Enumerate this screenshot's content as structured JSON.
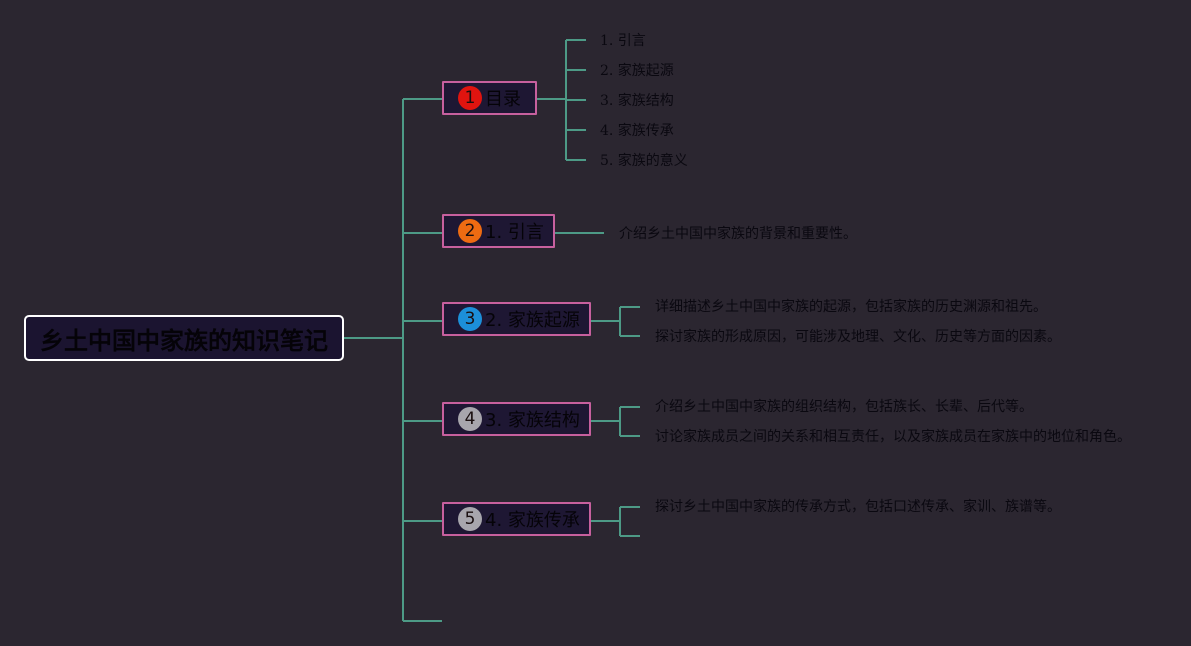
{
  "root": {
    "label": "乡土中国中家族的知识笔记"
  },
  "colors": {
    "background": "#2b2630",
    "connector": "#4d9a86",
    "topic_border": "#c7609e",
    "marker_1": "#e0140f",
    "marker_2": "#ee6b12",
    "marker_3": "#1c8fd9",
    "marker_4": "#a8a6ad",
    "marker_5": "#a8a6ad"
  },
  "topics": [
    {
      "marker": "1",
      "label": "目录",
      "children": [
        "1. 引言",
        "2. 家族起源",
        "3. 家族结构",
        "4. 家族传承",
        "5. 家族的意义"
      ]
    },
    {
      "marker": "2",
      "label": "1. 引言",
      "children": [
        "介绍乡土中国中家族的背景和重要性。"
      ]
    },
    {
      "marker": "3",
      "label": "2. 家族起源",
      "children": [
        "详细描述乡土中国中家族的起源，包括家族的历史渊源和祖先。",
        "探讨家族的形成原因，可能涉及地理、文化、历史等方面的因素。"
      ]
    },
    {
      "marker": "4",
      "label": "3. 家族结构",
      "children": [
        "介绍乡土中国中家族的组织结构，包括族长、长辈、后代等。",
        "讨论家族成员之间的关系和相互责任，以及家族成员在家族中的地位和角色。"
      ]
    },
    {
      "marker": "5",
      "label": "4. 家族传承",
      "children": [
        "探讨乡土中国中家族的传承方式，包括口述传承、家训、族谱等。",
        ""
      ]
    }
  ]
}
